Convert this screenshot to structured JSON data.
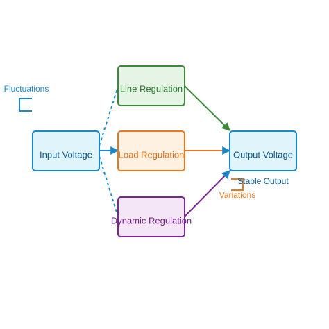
{
  "diagram": {
    "nodes": {
      "input": {
        "label": "Input Voltage",
        "fill": "#e0f4fc",
        "stroke": "#1a87c8",
        "text": "#0d5a8c"
      },
      "line": {
        "label": "Line Regulation",
        "fill": "#e6f4e6",
        "stroke": "#3a8a3a",
        "text": "#2a7a2a"
      },
      "load": {
        "label": "Load Regulation",
        "fill": "#fff1e2",
        "stroke": "#e8791f",
        "text": "#e0721c"
      },
      "dynamic": {
        "label": "Dynamic Regulation",
        "fill": "#f4e6f6",
        "stroke": "#7a2594",
        "text": "#6e1f88"
      },
      "output": {
        "label": "Output Voltage",
        "fill": "#e0f4fc",
        "stroke": "#1a87c8",
        "text": "#0d5a8c"
      }
    },
    "labels": {
      "fluctuations": {
        "text": "Fluctuations",
        "color": "#1a87c8"
      },
      "stable_output": {
        "text": "Stable Output",
        "color": "#0d5a8c"
      },
      "variations": {
        "text": "Variations",
        "color": "#e8791f"
      }
    }
  }
}
